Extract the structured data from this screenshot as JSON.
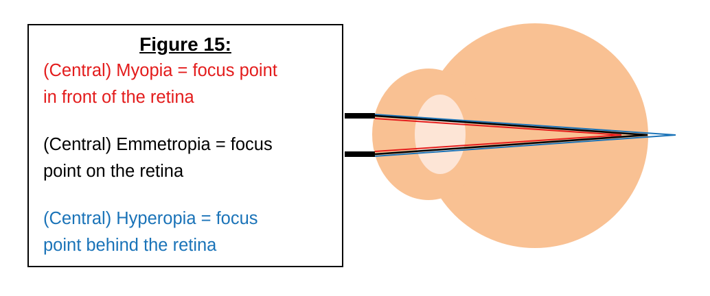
{
  "figure": {
    "title": "Figure 15:"
  },
  "legend": [
    {
      "key": "myopia",
      "lines": [
        "(Central) Myopia = focus point",
        "in front of the retina"
      ],
      "color": "#e31c1c"
    },
    {
      "key": "emmetropia",
      "lines": [
        "(Central) Emmetropia = focus",
        "point on the retina"
      ],
      "color": "#000000"
    },
    {
      "key": "hyperopia",
      "lines": [
        "(Central) Hyperopia = focus",
        "point behind the retina"
      ],
      "color": "#1a73b8"
    }
  ],
  "colors": {
    "eyeball": "#f9c193",
    "lens": "#fde5d6",
    "aperture": "#000000"
  }
}
